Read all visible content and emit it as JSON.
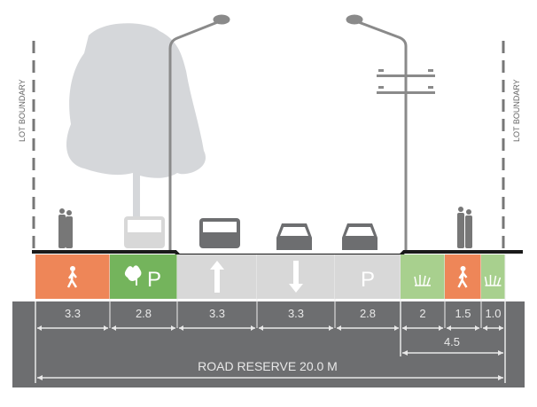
{
  "lot_boundary_left": "LOT BOUNDARY",
  "lot_boundary_right": "LOT BOUNDARY",
  "segments": [
    {
      "type": "footpath",
      "label": "3.3",
      "color": "#ee8658",
      "icon": "pedestrian-icon"
    },
    {
      "type": "tree-parking",
      "label": "2.8",
      "color": "#74b45c",
      "icon": "tree-icon",
      "text": "P"
    },
    {
      "type": "lane-up",
      "label": "3.3",
      "color": "#d8d8d8",
      "icon": "arrow-up-icon"
    },
    {
      "type": "lane-down",
      "label": "3.3",
      "color": "#d8d8d8",
      "icon": "arrow-down-icon"
    },
    {
      "type": "parking",
      "label": "2.8",
      "color": "#d8d8d8",
      "icon": "parking-icon",
      "text": "P"
    },
    {
      "type": "verge",
      "label": "2",
      "color": "#a8d08e",
      "icon": "grass-icon"
    },
    {
      "type": "footpath",
      "label": "1.5",
      "color": "#ee8658",
      "icon": "pedestrian-icon"
    },
    {
      "type": "verge",
      "label": "1.0",
      "color": "#a8d08e",
      "icon": "grass-icon"
    }
  ],
  "subtotal_label": "4.5",
  "total_label": "ROAD RESERVE 20.0 M",
  "colors": {
    "band": "#6d6e70",
    "line": "#1a1a1a",
    "tree": "#d5d7da",
    "pole": "#8a8a8a"
  }
}
